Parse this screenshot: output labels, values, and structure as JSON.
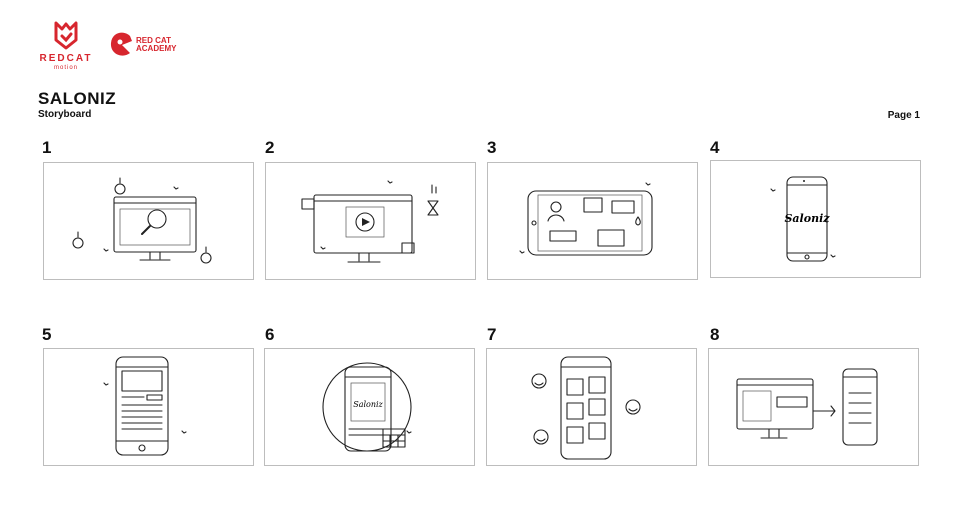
{
  "logos": {
    "motion": {
      "brand": "REDCAT",
      "sub": "motion",
      "icon": "redcat-cat-icon",
      "color": "#d7262e"
    },
    "academy": {
      "line1": "RED CAT",
      "line2": "ACADEMY",
      "icon": "redcat-academy-icon",
      "color": "#d7262e"
    }
  },
  "document": {
    "title": "SALONIZ",
    "subtitle": "Storyboard",
    "page": "Page 1"
  },
  "panels": [
    {
      "number": "1"
    },
    {
      "number": "2"
    },
    {
      "number": "3"
    },
    {
      "number": "4",
      "screen_text": "Saloniz"
    },
    {
      "number": "5"
    },
    {
      "number": "6",
      "screen_text": "Saloniz"
    },
    {
      "number": "7"
    },
    {
      "number": "8"
    }
  ]
}
